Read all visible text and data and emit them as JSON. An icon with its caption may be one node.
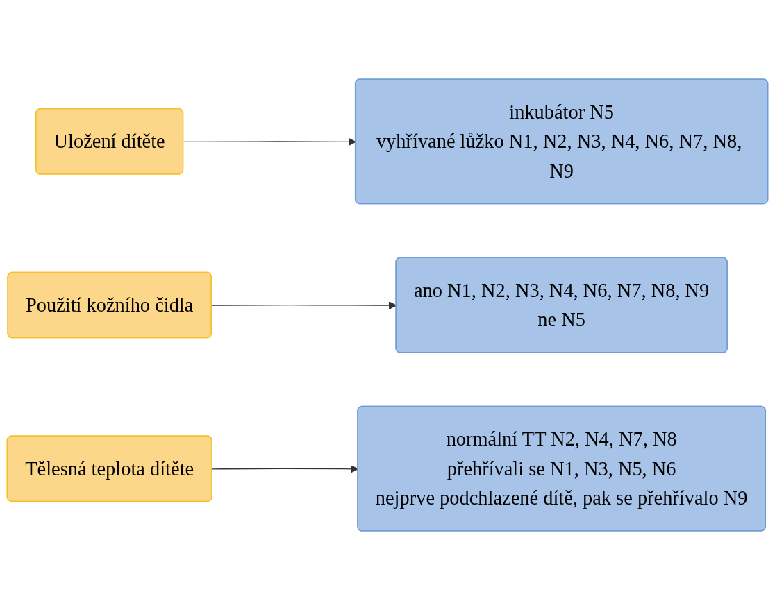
{
  "diagram": {
    "nodes": [
      {
        "text": [
          "Uložení dítěte"
        ]
      },
      {
        "text": [
          "inkubátor N5",
          "vyhřívané lůžko N1, N2, N3, N4, N6, N7, N8, N9"
        ]
      },
      {
        "text": [
          "Použití kožního čidla"
        ]
      },
      {
        "text": [
          "ano N1, N2, N3, N4, N6, N7, N8, N9",
          "ne N5"
        ]
      },
      {
        "text": [
          "Tělesná teplota dítěte"
        ]
      },
      {
        "text": [
          "normální TT N2, N4, N7, N8",
          "přehřívali se N1, N3, N5, N6",
          "nejprve podchlazené dítě, pak se přehřívalo N9"
        ]
      }
    ],
    "edges": [
      {
        "from": 0,
        "to": 1,
        "arrow": "to"
      },
      {
        "from": 2,
        "to": 3,
        "arrow": "to"
      },
      {
        "from": 4,
        "to": 5,
        "arrow": "to"
      }
    ]
  }
}
